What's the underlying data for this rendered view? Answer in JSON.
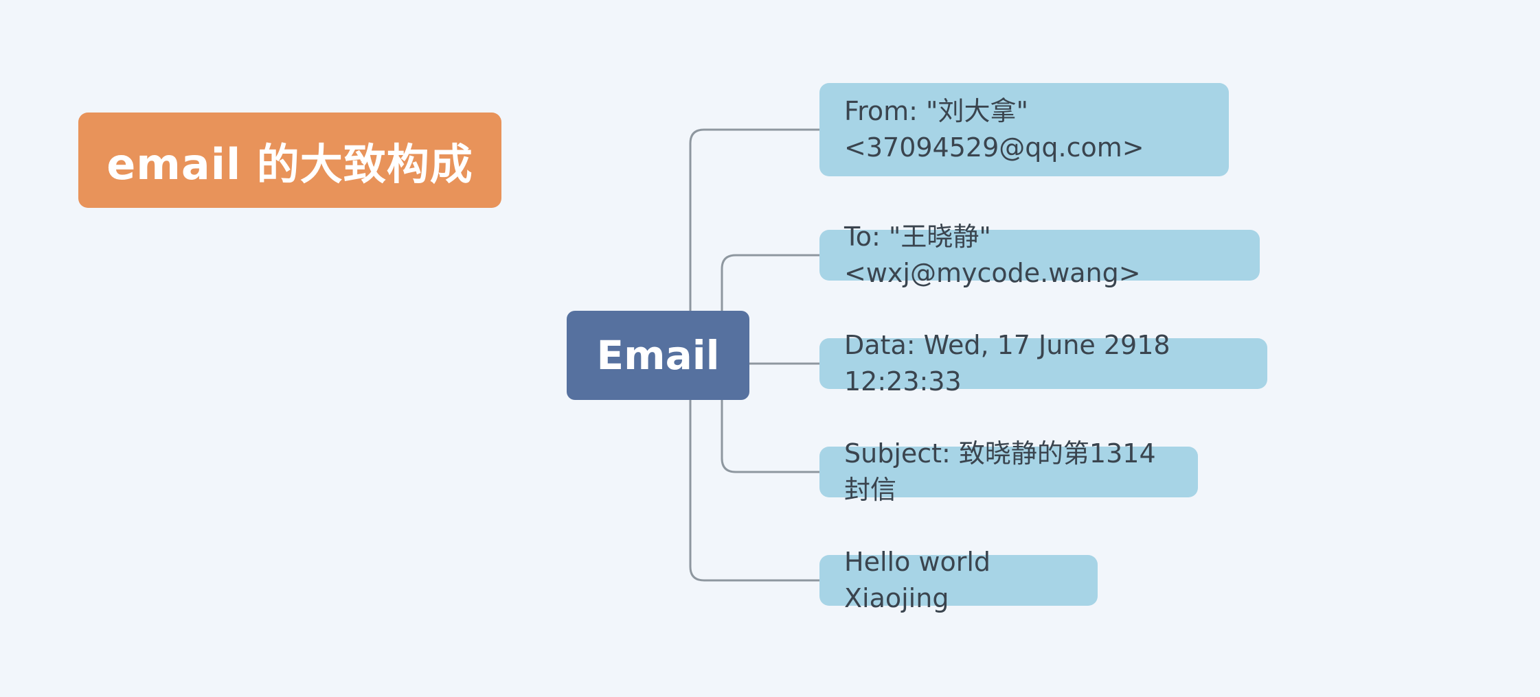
{
  "colors": {
    "background": "#f2f6fb",
    "title_bg": "#e8935a",
    "root_bg": "#56719f",
    "child_bg": "#a7d4e6",
    "connector": "#8e979f",
    "title_text": "#ffffff",
    "child_text": "#3a444e"
  },
  "mindmap": {
    "title": "email 的大致构成",
    "root": {
      "label": "Email"
    },
    "children": [
      {
        "label": "From: \"刘大拿\" <37094529@qq.com>"
      },
      {
        "label": "To: \"王晓静\" <wxj@mycode.wang>"
      },
      {
        "label": "Data: Wed, 17 June 2918  12:23:33"
      },
      {
        "label": "Subject: 致晓静的第1314封信"
      },
      {
        "label": "Hello world Xiaojing"
      }
    ]
  }
}
